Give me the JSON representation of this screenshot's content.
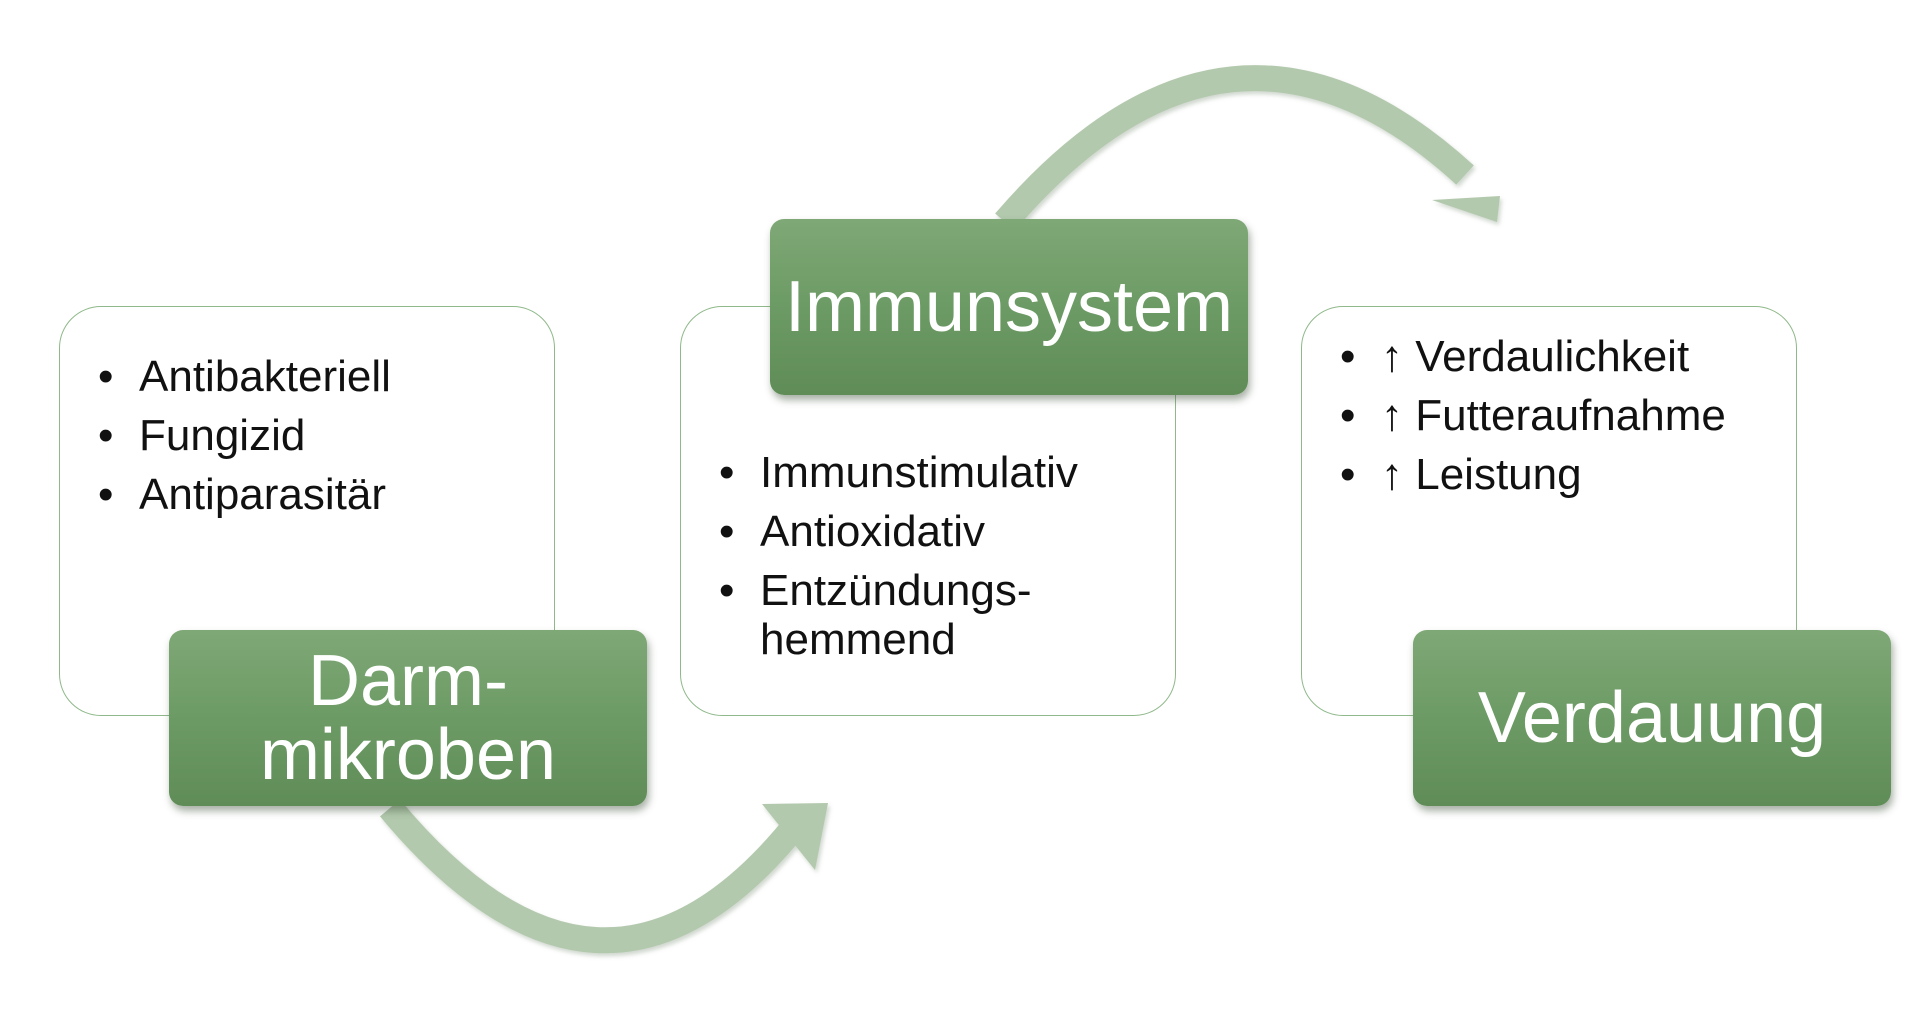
{
  "colors": {
    "label_fill_top": "#7fa877",
    "label_fill_bottom": "#5f8c57",
    "card_border": "#8fb98a",
    "arrow": "#b3c9ad",
    "text": "#111111",
    "label_text": "#ffffff"
  },
  "blocks": [
    {
      "title_lines": [
        "Darm-",
        "mikroben"
      ],
      "items": [
        "Antibakteriell",
        "Fungizid",
        "Antiparasitär"
      ]
    },
    {
      "title_lines": [
        "Immunsystem"
      ],
      "items": [
        "Immunstimulativ",
        "Antioxidativ",
        "Entzündungs-",
        "hemmend"
      ]
    },
    {
      "title_lines": [
        "Verdauung"
      ],
      "items": [
        "↑ Verdaulichkeit",
        "↑ Futteraufnahme",
        "↑ Leistung"
      ]
    }
  ]
}
